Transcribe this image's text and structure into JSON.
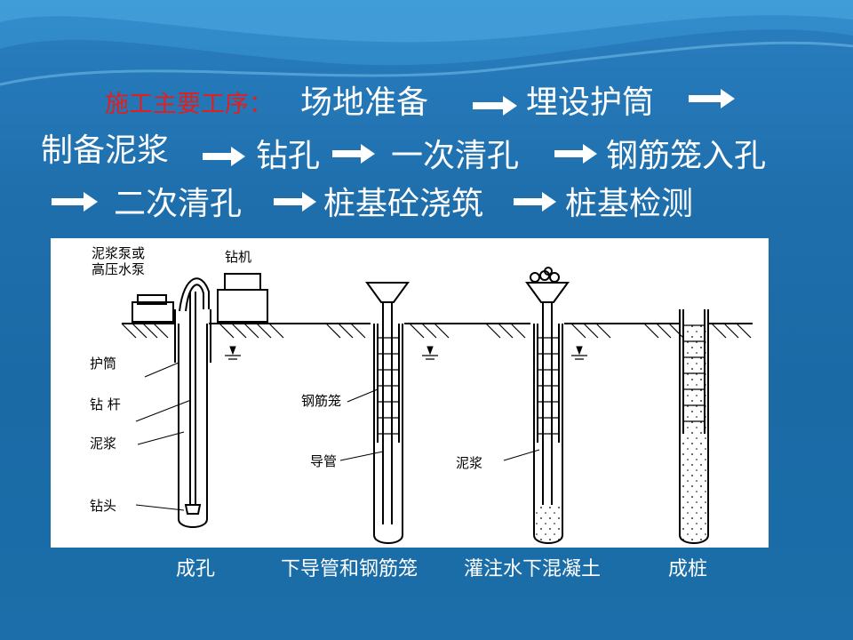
{
  "header": {
    "title_prefix": "施工主要工序：",
    "row1": [
      "场地准备",
      "埋设护筒"
    ],
    "row2": [
      "制备泥浆",
      "钻孔",
      "一次清孔",
      "钢筋笼入孔"
    ],
    "row3": [
      "二次清孔",
      "桩基砼浇筑",
      "桩基检测"
    ]
  },
  "diagram": {
    "labels": {
      "pump": [
        "泥浆泵或",
        "高压水泵"
      ],
      "drill": "钻机",
      "casing": "护筒",
      "rod": "钻 杆",
      "slurry1": "泥浆",
      "bit": "钻头",
      "cage": "钢筋笼",
      "pipe": "导管",
      "slurry2": "泥浆"
    },
    "captions": [
      "成孔",
      "下导管和钢筋笼",
      "灌注水下混凝土",
      "成桩"
    ]
  },
  "colors": {
    "accent_red": "#e02020",
    "text": "#ffffff",
    "background": "#1f6fad"
  }
}
